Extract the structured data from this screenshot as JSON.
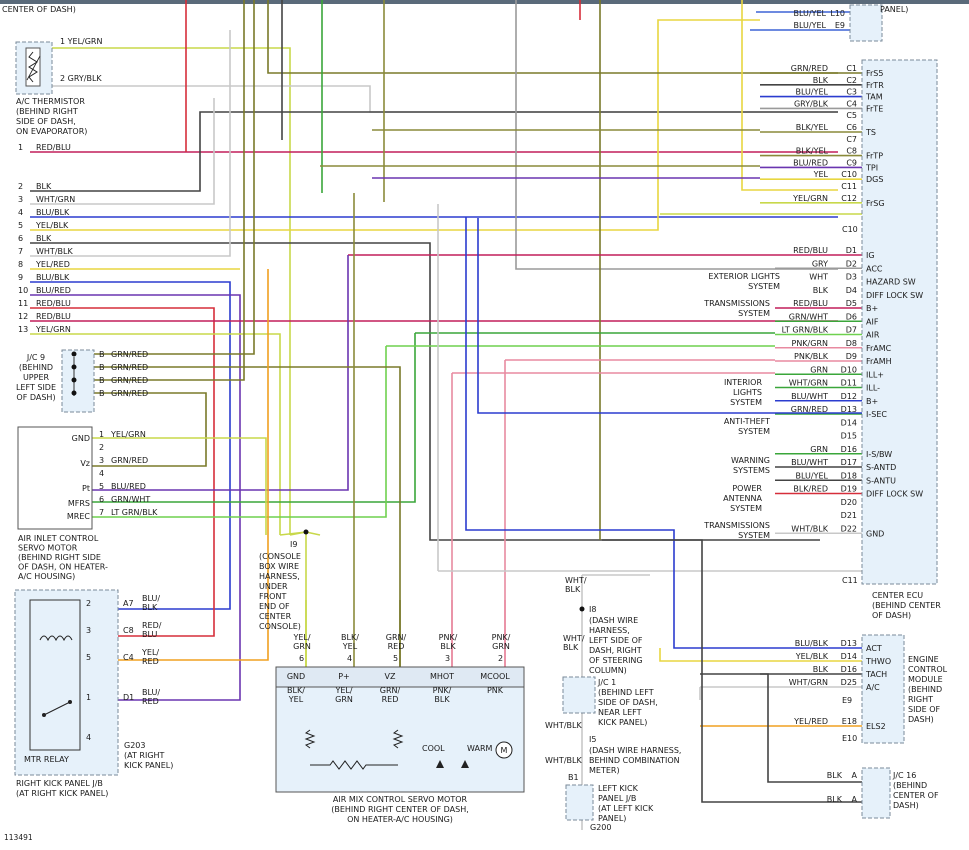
{
  "diagram_number": "113491",
  "top_left_caption": "CENTER OF DASH)",
  "top_right_caption": "PANEL)",
  "colors": {
    "blk": "#444444",
    "yel": "#e8d640",
    "yelgrn": "#c8d84a",
    "grn": "#3aa63a",
    "red": "#d62e3a",
    "redblu": "#c21f5a",
    "blu": "#2b3ccf",
    "blured": "#6a35b0",
    "bluyel": "#3d64d6",
    "wht": "#c8c8c8",
    "gry": "#9a9a9a",
    "pnk": "#e88aa0",
    "grnred": "#7a7a2a",
    "ltgrn": "#6fd14f",
    "blkyel": "#8a8a3a",
    "orange": "#f0a020"
  },
  "ac_thermistor": {
    "title": [
      "A/C THERMISTOR",
      "(BEHIND RIGHT",
      "SIDE OF DASH,",
      "ON EVAPORATOR)"
    ],
    "pins": [
      {
        "n": "1",
        "wire": "YEL/GRN"
      },
      {
        "n": "2",
        "wire": "GRY/BLK"
      }
    ]
  },
  "left_rows": [
    {
      "n": "1",
      "wire": "RED/BLU"
    },
    {
      "n": "2",
      "wire": "BLK"
    },
    {
      "n": "3",
      "wire": "WHT/GRN"
    },
    {
      "n": "4",
      "wire": "BLU/BLK"
    },
    {
      "n": "5",
      "wire": "YEL/BLK"
    },
    {
      "n": "6",
      "wire": "BLK"
    },
    {
      "n": "7",
      "wire": "WHT/BLK"
    },
    {
      "n": "8",
      "wire": "YEL/RED"
    },
    {
      "n": "9",
      "wire": "BLU/BLK"
    },
    {
      "n": "10",
      "wire": "BLU/RED"
    },
    {
      "n": "11",
      "wire": "RED/BLU"
    },
    {
      "n": "12",
      "wire": "RED/BLU"
    },
    {
      "n": "13",
      "wire": "YEL/GRN"
    }
  ],
  "jc9": {
    "title": [
      "J/C 9",
      "(BEHIND",
      "UPPER",
      "LEFT SIDE",
      "OF DASH)"
    ],
    "pins": [
      {
        "n": "B",
        "wire": "GRN/RED"
      },
      {
        "n": "B",
        "wire": "GRN/RED"
      },
      {
        "n": "B",
        "wire": "GRN/RED"
      },
      {
        "n": "B",
        "wire": "GRN/RED"
      }
    ]
  },
  "air_inlet": {
    "title": [
      "AIR INLET CONTROL",
      "SERVO MOTOR",
      "(BEHIND RIGHT SIDE",
      "OF DASH, ON HEATER-",
      "A/C HOUSING)"
    ],
    "terminals": [
      "GND",
      "Vz",
      "Pt",
      "MFRS",
      "MREC"
    ],
    "pins": [
      {
        "n": "1",
        "wire": "YEL/GRN"
      },
      {
        "n": "2",
        "wire": ""
      },
      {
        "n": "3",
        "wire": "GRN/RED"
      },
      {
        "n": "4",
        "wire": ""
      },
      {
        "n": "5",
        "wire": "BLU/RED"
      },
      {
        "n": "6",
        "wire": "GRN/WHT"
      },
      {
        "n": "7",
        "wire": "LT GRN/BLK"
      }
    ]
  },
  "mtr_relay": {
    "title": "MTR RELAY",
    "panel": [
      "RIGHT KICK PANEL J/B",
      "(AT RIGHT KICK PANEL)"
    ],
    "pins": [
      {
        "n": "2",
        "conn": "A7",
        "wire": [
          "BLU/",
          "BLK"
        ]
      },
      {
        "n": "3",
        "conn": "C8",
        "wire": [
          "RED/",
          "BLU"
        ]
      },
      {
        "n": "5",
        "conn": "C4",
        "wire": [
          "YEL/",
          "RED"
        ]
      },
      {
        "n": "1",
        "conn": "D1",
        "wire": [
          "BLU/",
          "RED"
        ]
      },
      {
        "n": "4",
        "conn": "",
        "wire": [
          "",
          ""
        ]
      }
    ],
    "ground": [
      "G203",
      "(AT RIGHT",
      "KICK PANEL)"
    ]
  },
  "i9": {
    "id": "I9",
    "desc": [
      "(CONSOLE",
      "BOX WIRE",
      "HARNESS,",
      "UNDER",
      "FRONT",
      "END OF",
      "CENTER",
      "CONSOLE)"
    ]
  },
  "air_mix": {
    "title": [
      "AIR MIX CONTROL SERVO MOTOR",
      "(BEHIND RIGHT CENTER OF DASH,",
      "ON HEATER-A/C HOUSING)"
    ],
    "pins": [
      {
        "top": [
          "YEL/",
          "GRN"
        ],
        "n": "6",
        "term": "GND",
        "inner": [
          "BLK/",
          "YEL"
        ]
      },
      {
        "top": [
          "BLK/",
          "YEL"
        ],
        "n": "4",
        "term": "P+",
        "inner": [
          "YEL/",
          "GRN"
        ]
      },
      {
        "top": [
          "GRN/",
          "RED"
        ],
        "n": "5",
        "term": "VZ",
        "inner": [
          "GRN/",
          "RED"
        ]
      },
      {
        "top": [
          "PNK/",
          "BLK"
        ],
        "n": "3",
        "term": "MHOT",
        "inner": [
          "PNK/",
          "BLK"
        ]
      },
      {
        "top": [
          "PNK/",
          "GRN"
        ],
        "n": "2",
        "term": "MCOOL",
        "inner": [
          "PNK",
          ""
        ]
      }
    ],
    "cool": "COOL",
    "warm": "WARM",
    "motor": "M"
  },
  "bottom_center": {
    "wht_blk_top": [
      "WHT/",
      "BLK"
    ],
    "i8": "I8",
    "i8_desc": [
      "(DASH WIRE",
      "HARNESS,",
      "LEFT SIDE OF",
      "DASH, RIGHT",
      "OF STEERING",
      "COLUMN)"
    ],
    "wht_blk_mid": [
      "WHT/",
      "BLK"
    ],
    "jc1": [
      "J/C 1",
      "(BEHIND LEFT",
      "SIDE OF DASH,",
      "NEAR LEFT",
      "KICK PANEL)"
    ],
    "wht_blk_low": "WHT/BLK",
    "i5": "I5",
    "i5_desc": [
      "(DASH WIRE HARNESS,",
      "BEHIND COMBINATION",
      "METER)"
    ],
    "wht_blk_bot": "WHT/BLK",
    "b1": "B1",
    "left_kick": [
      "LEFT KICK",
      "PANEL J/B",
      "(AT LEFT KICK",
      "PANEL)"
    ],
    "g200": "G200"
  },
  "top_right_pins": [
    {
      "wire": "BLU/YEL",
      "pin": "L10"
    },
    {
      "wire": "BLU/YEL",
      "pin": "E9"
    }
  ],
  "center_ecu": {
    "title": [
      "CENTER ECU",
      "(BEHIND CENTER",
      "OF DASH)"
    ],
    "rows": [
      {
        "wire": "GRN/RED",
        "pin": "C1",
        "term": "FrS5"
      },
      {
        "wire": "BLK",
        "pin": "C2",
        "term": "FrTR"
      },
      {
        "wire": "BLU/YEL",
        "pin": "C3",
        "term": "TAM"
      },
      {
        "wire": "GRY/BLK",
        "pin": "C4",
        "term": "FrTE"
      },
      {
        "wire": "",
        "pin": "C5",
        "term": ""
      },
      {
        "wire": "BLK/YEL",
        "pin": "C6",
        "term": "TS"
      },
      {
        "wire": "",
        "pin": "C7",
        "term": ""
      },
      {
        "wire": "BLK/YEL",
        "pin": "C8",
        "term": "FrTP"
      },
      {
        "wire": "BLU/RED",
        "pin": "C9",
        "term": "TPI"
      },
      {
        "wire": "YEL",
        "pin": "C10",
        "term": "DGS"
      },
      {
        "wire": "",
        "pin": "C11",
        "term": ""
      },
      {
        "wire": "YEL/GRN",
        "pin": "C12",
        "term": "FrSG"
      }
    ],
    "c10_label": "C10",
    "d_rows": [
      {
        "wire": "RED/BLU",
        "pin": "D1",
        "term": "IG"
      },
      {
        "wire": "GRY",
        "pin": "D2",
        "term": "ACC"
      },
      {
        "wire": "WHT",
        "pin": "D3",
        "term": "HAZARD SW"
      },
      {
        "wire": "BLK",
        "pin": "D4",
        "term": "DIFF LOCK SW"
      },
      {
        "wire": "RED/BLU",
        "pin": "D5",
        "term": "B+"
      },
      {
        "wire": "GRN/WHT",
        "pin": "D6",
        "term": "AIF"
      },
      {
        "wire": "LT GRN/BLK",
        "pin": "D7",
        "term": "AIR"
      },
      {
        "wire": "PNK/GRN",
        "pin": "D8",
        "term": "FrAMC"
      },
      {
        "wire": "PNK/BLK",
        "pin": "D9",
        "term": "FrAMH"
      },
      {
        "wire": "GRN",
        "pin": "D10",
        "term": "ILL+"
      },
      {
        "wire": "WHT/GRN",
        "pin": "D11",
        "term": "ILL-"
      },
      {
        "wire": "BLU/WHT",
        "pin": "D12",
        "term": "B+"
      },
      {
        "wire": "GRN/RED",
        "pin": "D13",
        "term": "I-SEC"
      },
      {
        "wire": "",
        "pin": "D14",
        "term": ""
      },
      {
        "wire": "",
        "pin": "D15",
        "term": ""
      },
      {
        "wire": "GRN",
        "pin": "D16",
        "term": "I-S/BW"
      },
      {
        "wire": "BLU/WHT",
        "pin": "D17",
        "term": "S-ANTD"
      },
      {
        "wire": "BLU/YEL",
        "pin": "D18",
        "term": "S-ANTU"
      },
      {
        "wire": "BLK/RED",
        "pin": "D19",
        "term": "DIFF LOCK SW"
      },
      {
        "wire": "",
        "pin": "D20",
        "term": ""
      },
      {
        "wire": "",
        "pin": "D21",
        "term": ""
      },
      {
        "wire": "WHT/BLK",
        "pin": "D22",
        "term": "GND"
      }
    ],
    "c11_label": "C11"
  },
  "external_systems": {
    "exterior_lights": [
      "EXTERIOR LIGHTS",
      "SYSTEM"
    ],
    "transmissions1": [
      "TRANSMISSIONS",
      "SYSTEM"
    ],
    "interior_lights": [
      "INTERIOR",
      "LIGHTS",
      "SYSTEM"
    ],
    "anti_theft": [
      "ANTI-THEFT",
      "SYSTEM"
    ],
    "warning": [
      "WARNING",
      "SYSTEMS"
    ],
    "power_antenna": [
      "POWER",
      "ANTENNA",
      "SYSTEM"
    ],
    "transmissions2": [
      "TRANSMISSIONS",
      "SYSTEM"
    ]
  },
  "ecm": {
    "title": [
      "ENGINE",
      "CONTROL",
      "MODULE",
      "(BEHIND",
      "RIGHT",
      "SIDE OF",
      "DASH)"
    ],
    "rows": [
      {
        "wire": "BLU/BLK",
        "pin": "D13",
        "term": "ACT"
      },
      {
        "wire": "YEL/BLK",
        "pin": "D14",
        "term": "THWO"
      },
      {
        "wire": "BLK",
        "pin": "D16",
        "term": "TACH"
      },
      {
        "wire": "WHT/GRN",
        "pin": "D25",
        "term": "A/C"
      },
      {
        "wire": "YEL/RED",
        "pin": "E18",
        "term": "ELS2"
      }
    ],
    "e9": "E9",
    "e10": "E10"
  },
  "jc16": {
    "title": [
      "J/C 16",
      "(BEHIND",
      "CENTER OF",
      "DASH)"
    ],
    "rows": [
      {
        "wire": "BLK",
        "pin": "A"
      },
      {
        "wire": "BLK",
        "pin": "A"
      }
    ]
  }
}
